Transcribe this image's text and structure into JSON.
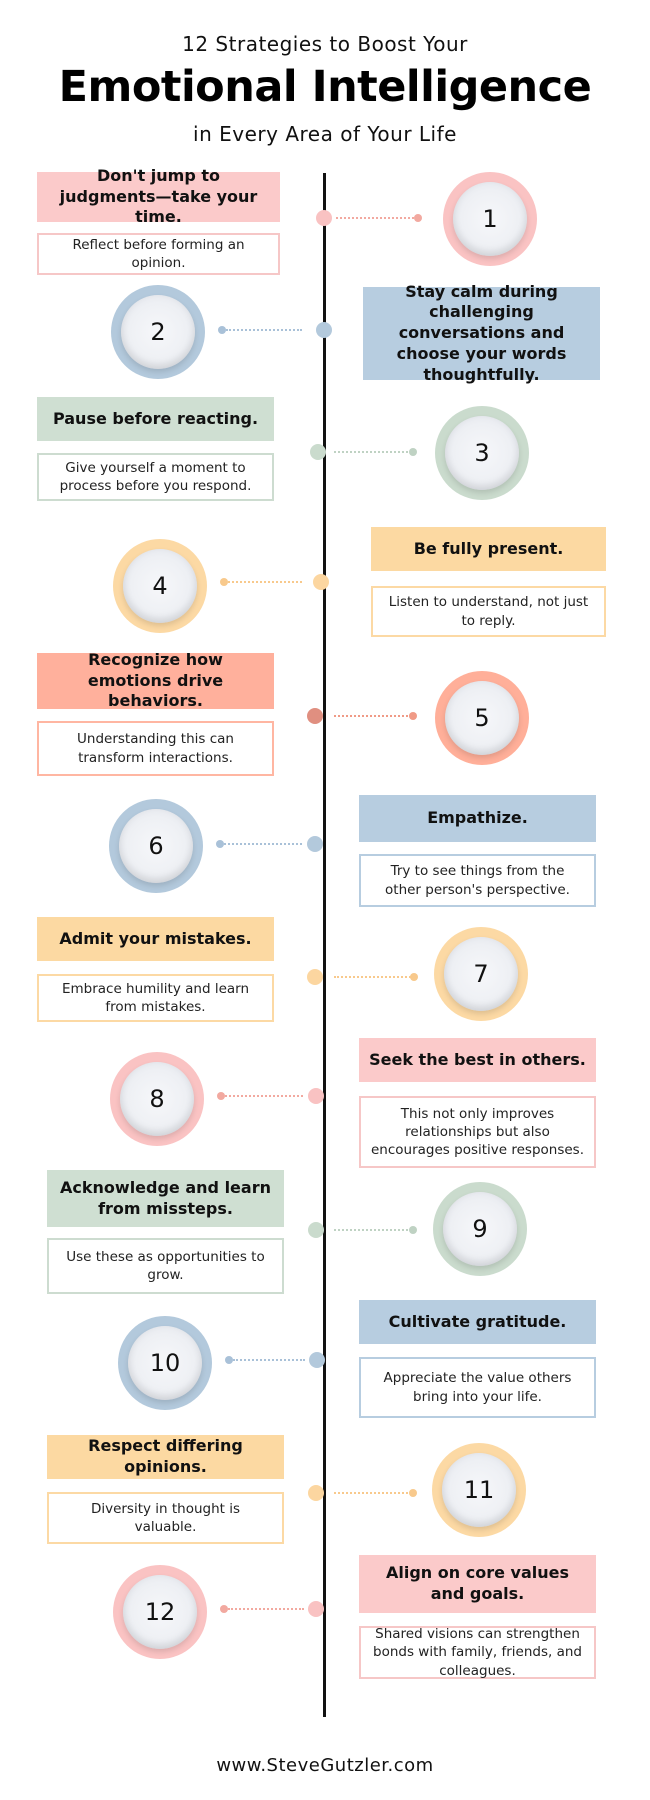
{
  "header": {
    "pre_title": "12 Strategies to Boost Your",
    "title": "Emotional Intelligence",
    "subtitle": "in Every Area of Your Life"
  },
  "strategies": [
    {
      "number": "1",
      "title": "Don't jump to judgments—take your time.",
      "description": "Reflect before forming an opinion.",
      "color": "#fbcaca"
    },
    {
      "number": "2",
      "title": "Stay calm during challenging conversations and choose your words thoughtfully.",
      "description": "",
      "color": "#b7cde0"
    },
    {
      "number": "3",
      "title": "Pause before reacting.",
      "description": "Give yourself a moment to process before you respond.",
      "color": "#cfdfd2"
    },
    {
      "number": "4",
      "title": "Be fully present.",
      "description": "Listen to understand, not just to reply.",
      "color": "#fcd9a2"
    },
    {
      "number": "5",
      "title": "Recognize how emotions drive behaviors.",
      "description": "Understanding this can transform interactions.",
      "color": "#ffb09c"
    },
    {
      "number": "6",
      "title": "Empathize.",
      "description": "Try to see things from the other person's perspective.",
      "color": "#b7cde0"
    },
    {
      "number": "7",
      "title": "Admit your mistakes.",
      "description": "Embrace humility and learn from mistakes.",
      "color": "#fcd9a2"
    },
    {
      "number": "8",
      "title": "Seek the best in others.",
      "description": "This not only improves relationships but also encourages positive responses.",
      "color": "#fbcaca"
    },
    {
      "number": "9",
      "title": "Acknowledge and learn from missteps.",
      "description": "Use these as opportunities to grow.",
      "color": "#cfdfd2"
    },
    {
      "number": "10",
      "title": "Cultivate gratitude.",
      "description": "Appreciate the value others bring into your life.",
      "color": "#b7cde0"
    },
    {
      "number": "11",
      "title": "Respect differing opinions.",
      "description": "Diversity in thought is valuable.",
      "color": "#fcd9a2"
    },
    {
      "number": "12",
      "title": "Align on core values and goals.",
      "description": "Shared visions can strengthen bonds with family, friends, and colleagues.",
      "color": "#fbcaca"
    }
  ],
  "footer": {
    "website": "www.SteveGutzler.com"
  }
}
